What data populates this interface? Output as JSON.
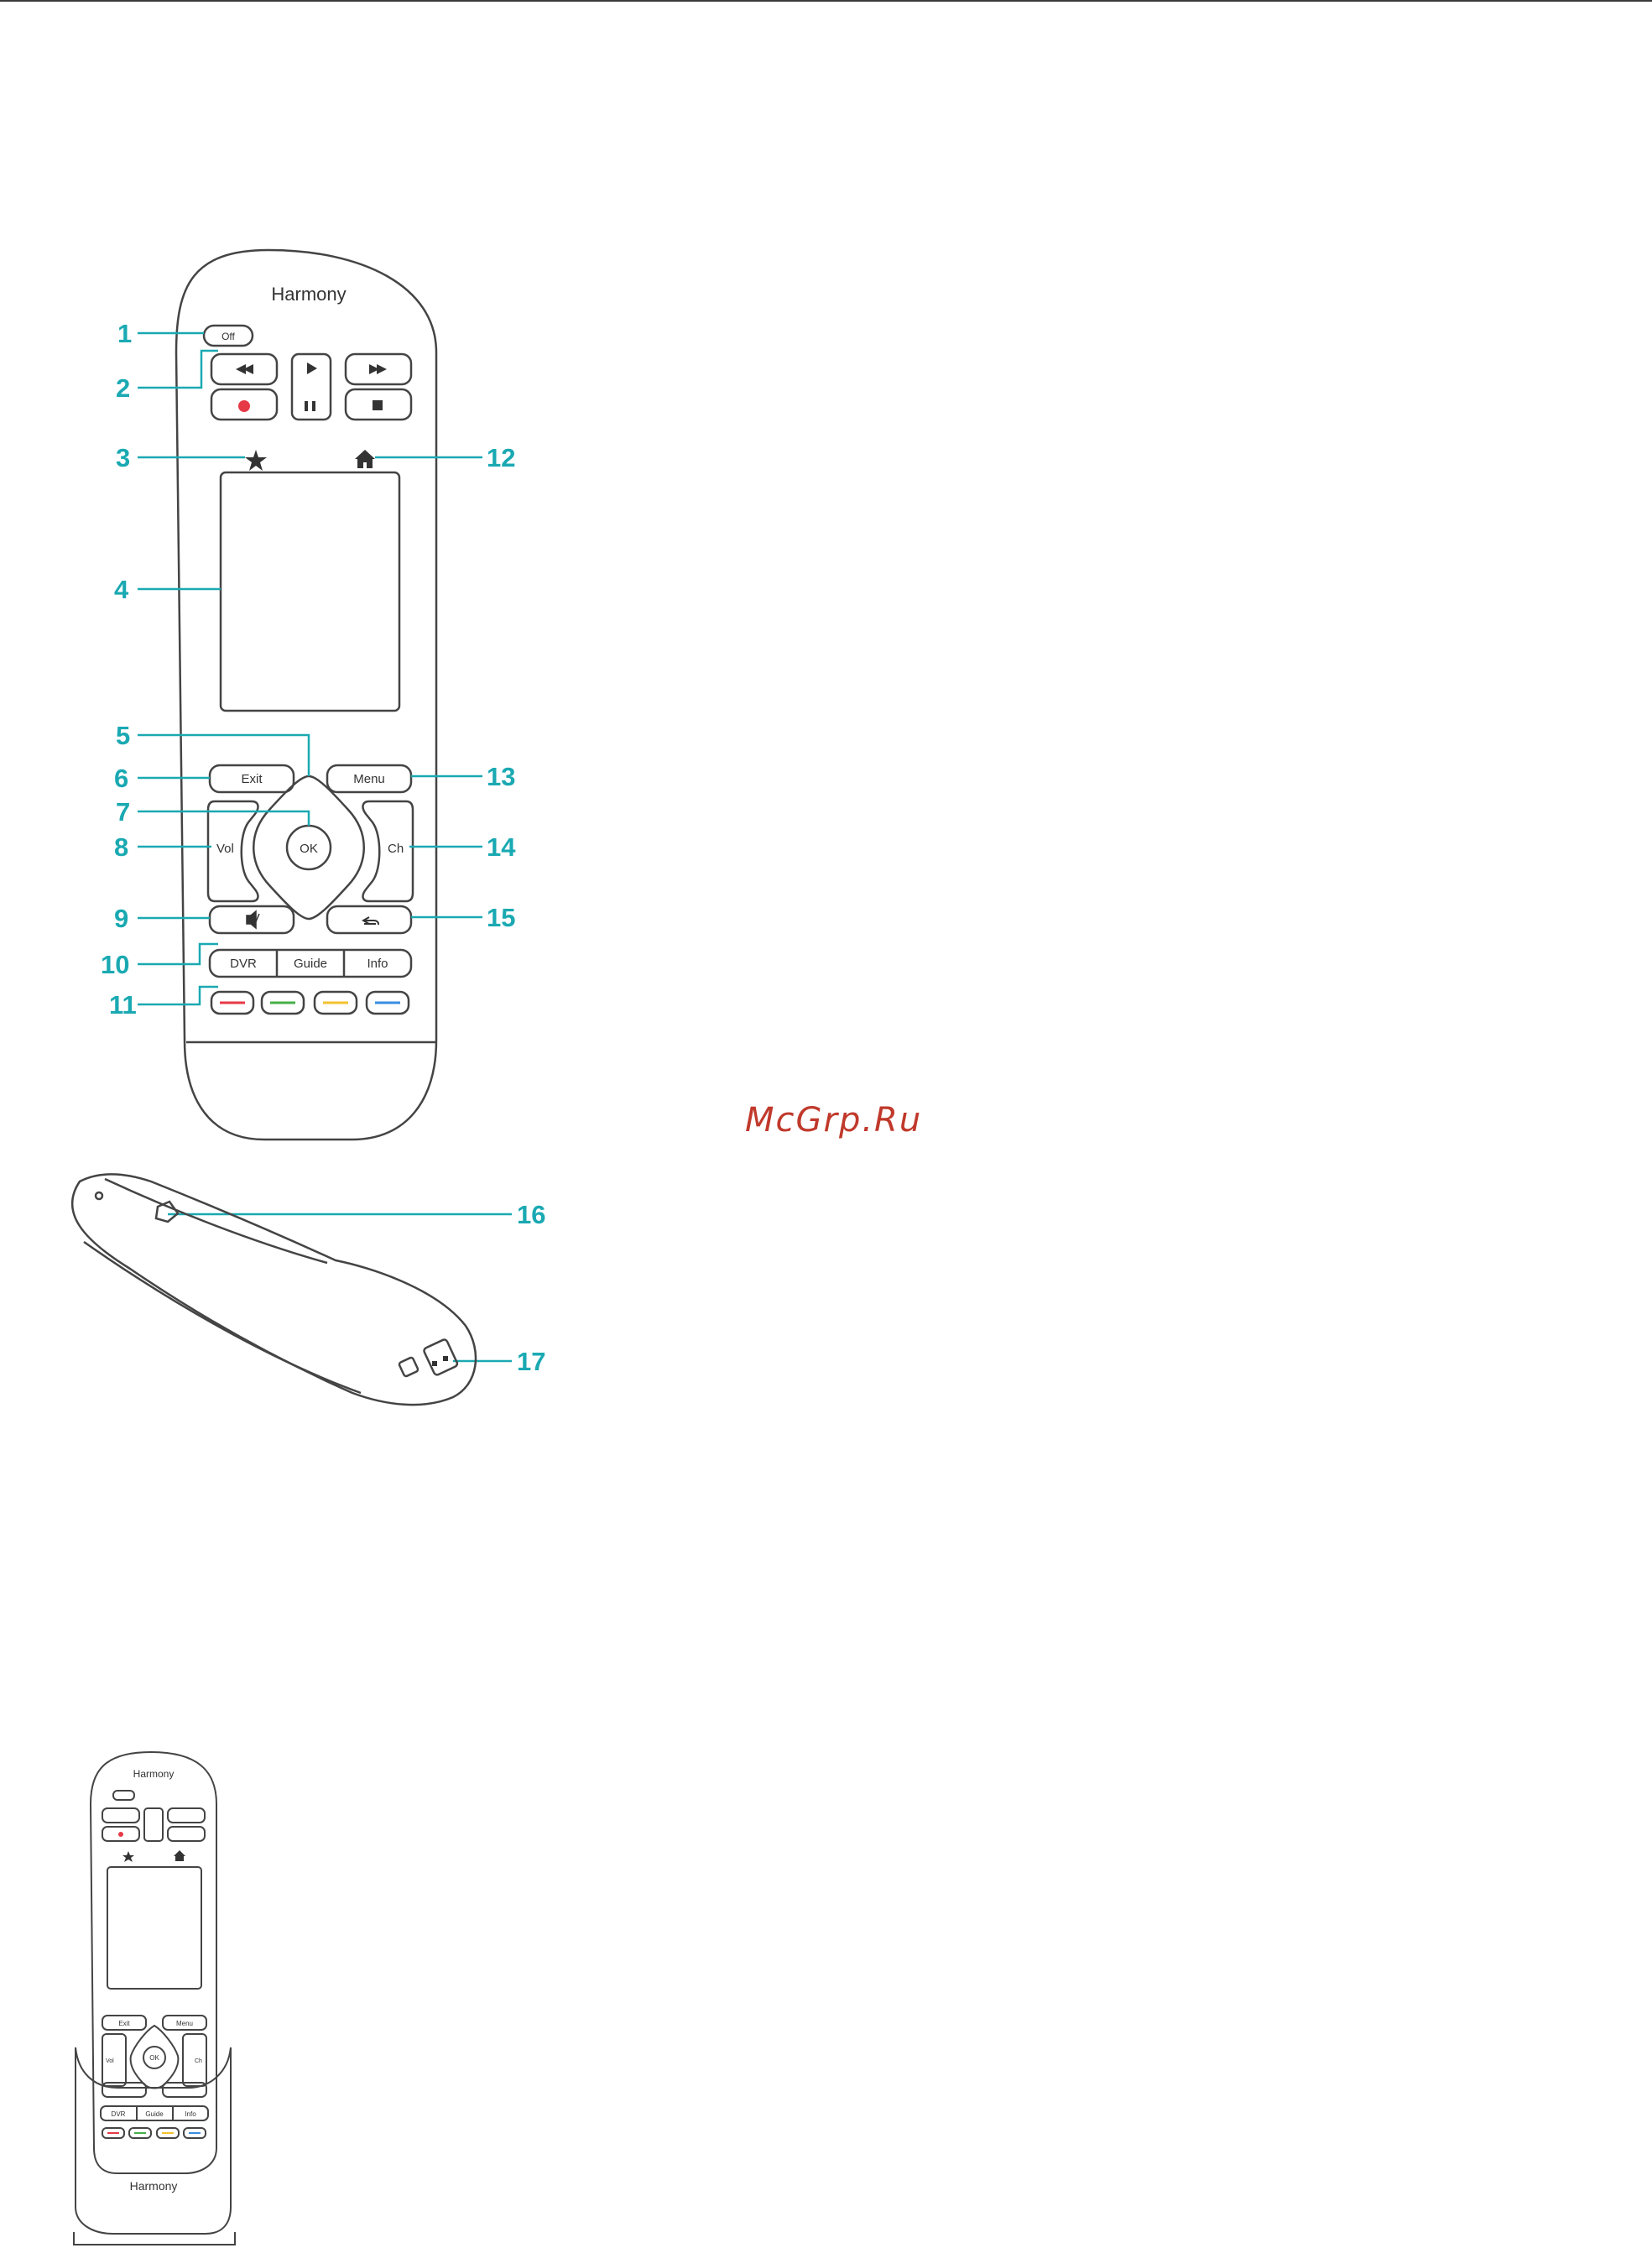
{
  "brand": "Harmony",
  "watermark": "McGrp.Ru",
  "colors": {
    "callout": "#1aa9b2",
    "outline": "#444444",
    "record": "#e63946",
    "red": "#e63946",
    "green": "#43b047",
    "yellow": "#f2c22e",
    "blue": "#3a8ee0"
  },
  "remote": {
    "off_label": "Off",
    "exit_label": "Exit",
    "menu_label": "Menu",
    "ok_label": "OK",
    "vol_label": "Vol",
    "ch_label": "Ch",
    "dvr_label": "DVR",
    "guide_label": "Guide",
    "info_label": "Info"
  },
  "callouts": {
    "c1": "1",
    "c2": "2",
    "c3": "3",
    "c4": "4",
    "c5": "5",
    "c6": "6",
    "c7": "7",
    "c8": "8",
    "c9": "9",
    "c10": "10",
    "c11": "11",
    "c12": "12",
    "c13": "13",
    "c14": "14",
    "c15": "15",
    "c16": "16",
    "c17": "17"
  }
}
